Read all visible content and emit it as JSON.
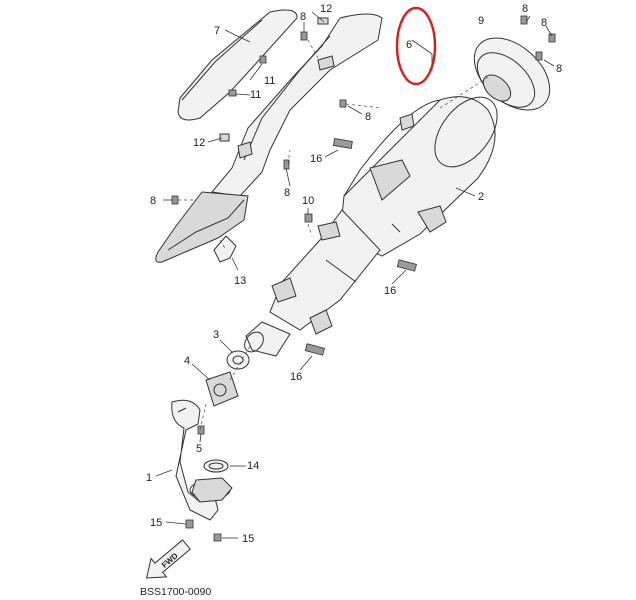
{
  "diagram": {
    "code": "BSS1700-0090",
    "fwd_label": "FWD",
    "highlight_color": "#d62020",
    "callouts": {
      "c1": "1",
      "c2": "2",
      "c3": "3",
      "c4": "4",
      "c5": "5",
      "c6": "6",
      "c7": "7",
      "c8a": "8",
      "c8b": "8",
      "c8c": "8",
      "c8d": "8",
      "c8e": "8",
      "c8f": "8",
      "c8g": "8",
      "c9": "9",
      "c10": "10",
      "c11a": "11",
      "c11b": "11",
      "c12a": "12",
      "c12b": "12",
      "c13": "13",
      "c14": "14",
      "c15a": "15",
      "c15b": "15",
      "c16a": "16",
      "c16b": "16",
      "c16c": "16"
    }
  }
}
